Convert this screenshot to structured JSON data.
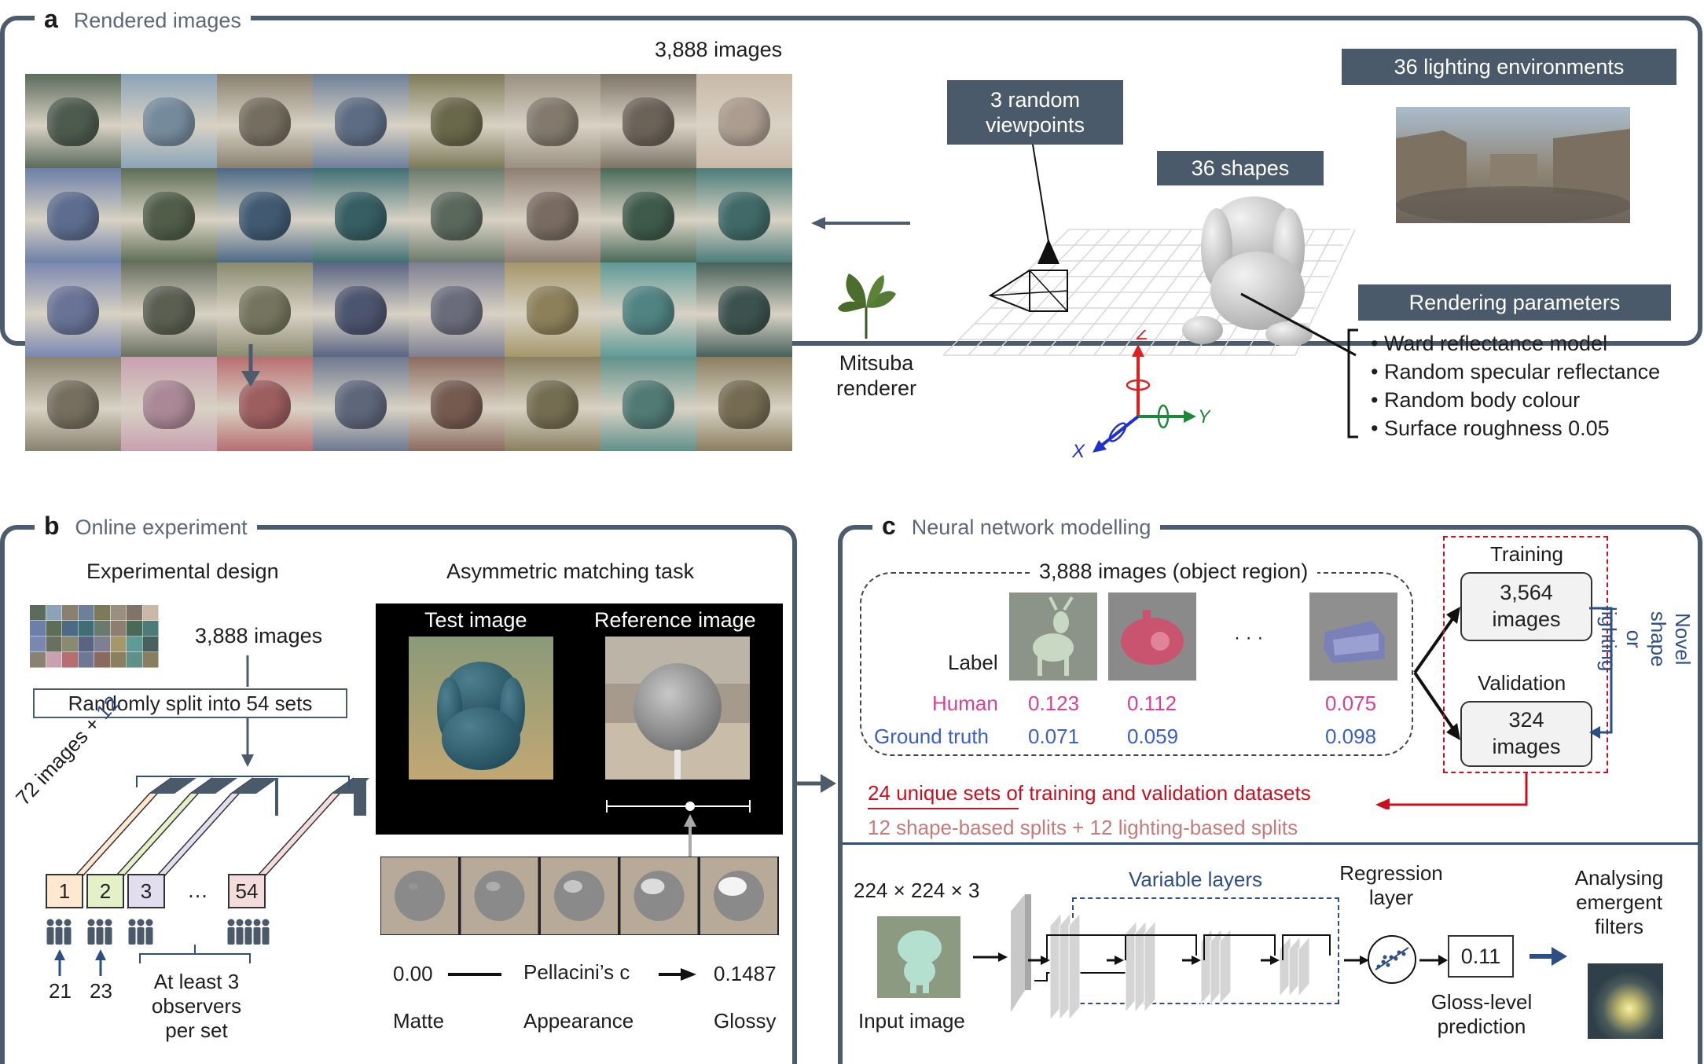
{
  "panel_a": {
    "letter": "a",
    "title": "Rendered images",
    "grid_caption": "3,888 images",
    "grid_colors": [
      [
        "#5b6b5c",
        "#8aa3b8",
        "#8a8070",
        "#6e7f9a",
        "#7c7a58",
        "#9a8f80",
        "#7e7468",
        "#c9b8a8"
      ],
      [
        "#6d7fa8",
        "#5e6d55",
        "#4c6a86",
        "#3f6f74",
        "#6a7a6c",
        "#8e7e72",
        "#4a6a58",
        "#4b7c7a"
      ],
      [
        "#7a87b0",
        "#6a7060",
        "#8a8a70",
        "#5a6482",
        "#7d7f92",
        "#a5976a",
        "#5e9a98",
        "#48615c"
      ],
      [
        "#8a8270",
        "#c8a0b0",
        "#b86e70",
        "#6e7890",
        "#8a6a5e",
        "#8a8060",
        "#60908a",
        "#8a7e60"
      ]
    ],
    "renderer_label": "Mitsuba\nrenderer",
    "viewpoints_box": "3 random\nviewpoints",
    "shapes_box": "36 shapes",
    "lighting_box": "36 lighting environments",
    "params_box": "Rendering parameters",
    "params": [
      "• Ward reflectance model",
      "• Random specular reflectance",
      "• Random body colour",
      "• Surface roughness 0.05"
    ],
    "axes": {
      "z": "Z",
      "y": "Y",
      "x": "X"
    }
  },
  "panel_b": {
    "letter": "b",
    "title": "Online experiment",
    "design_title": "Experimental design",
    "images_label": "3,888 images",
    "split_box": "Randomly split into 54 sets",
    "diag_label_black": "72 images + ",
    "diag_label_blue": "12",
    "sets": [
      "1",
      "2",
      "3",
      "…",
      "54"
    ],
    "observer_nums": [
      "21",
      "23"
    ],
    "observers_note": "At least 3\nobservers\nper set",
    "task_title": "Asymmetric matching task",
    "test_image": "Test image",
    "reference_image": "Reference image",
    "scale_min": "0.00",
    "scale_mid": "Pellacini’s c",
    "scale_max": "0.1487",
    "matte": "Matte",
    "appearance": "Appearance",
    "glossy": "Glossy"
  },
  "panel_c": {
    "letter": "c",
    "title": "Neural network modelling",
    "object_region_title": "3,888 images (object region)",
    "label_word": "Label",
    "human_label": "Human",
    "gt_label": "Ground truth",
    "ellipsis": "· · ·",
    "human_values": [
      "0.123",
      "0.112",
      "0.075"
    ],
    "gt_values": [
      "0.071",
      "0.059",
      "0.098"
    ],
    "training_title": "Training",
    "training_box": "3,564\nimages",
    "validation_title": "Validation",
    "validation_box": "324\nimages",
    "novel_label": "Novel shape\nor lighting",
    "unique_sets": "24 unique sets of training and validation datasets",
    "splits_note": "12 shape-based splits + 12 lighting-based splits",
    "input_dims": "224 × 224 × 3",
    "input_label": "Input image",
    "variable_layers": "Variable layers",
    "regression_layer": "Regression\nlayer",
    "prediction_value": "0.11",
    "prediction_label": "Gloss-level\nprediction",
    "filters_label": "Analysing\nemergent\nfilters"
  },
  "colors": {
    "frame": "#4d5c6c",
    "human": "#d9409a",
    "ground_truth": "#3a5fc8",
    "red": "#c8101e",
    "pink_note": "#c77a7a",
    "blue_dark": "#2d4f86"
  }
}
